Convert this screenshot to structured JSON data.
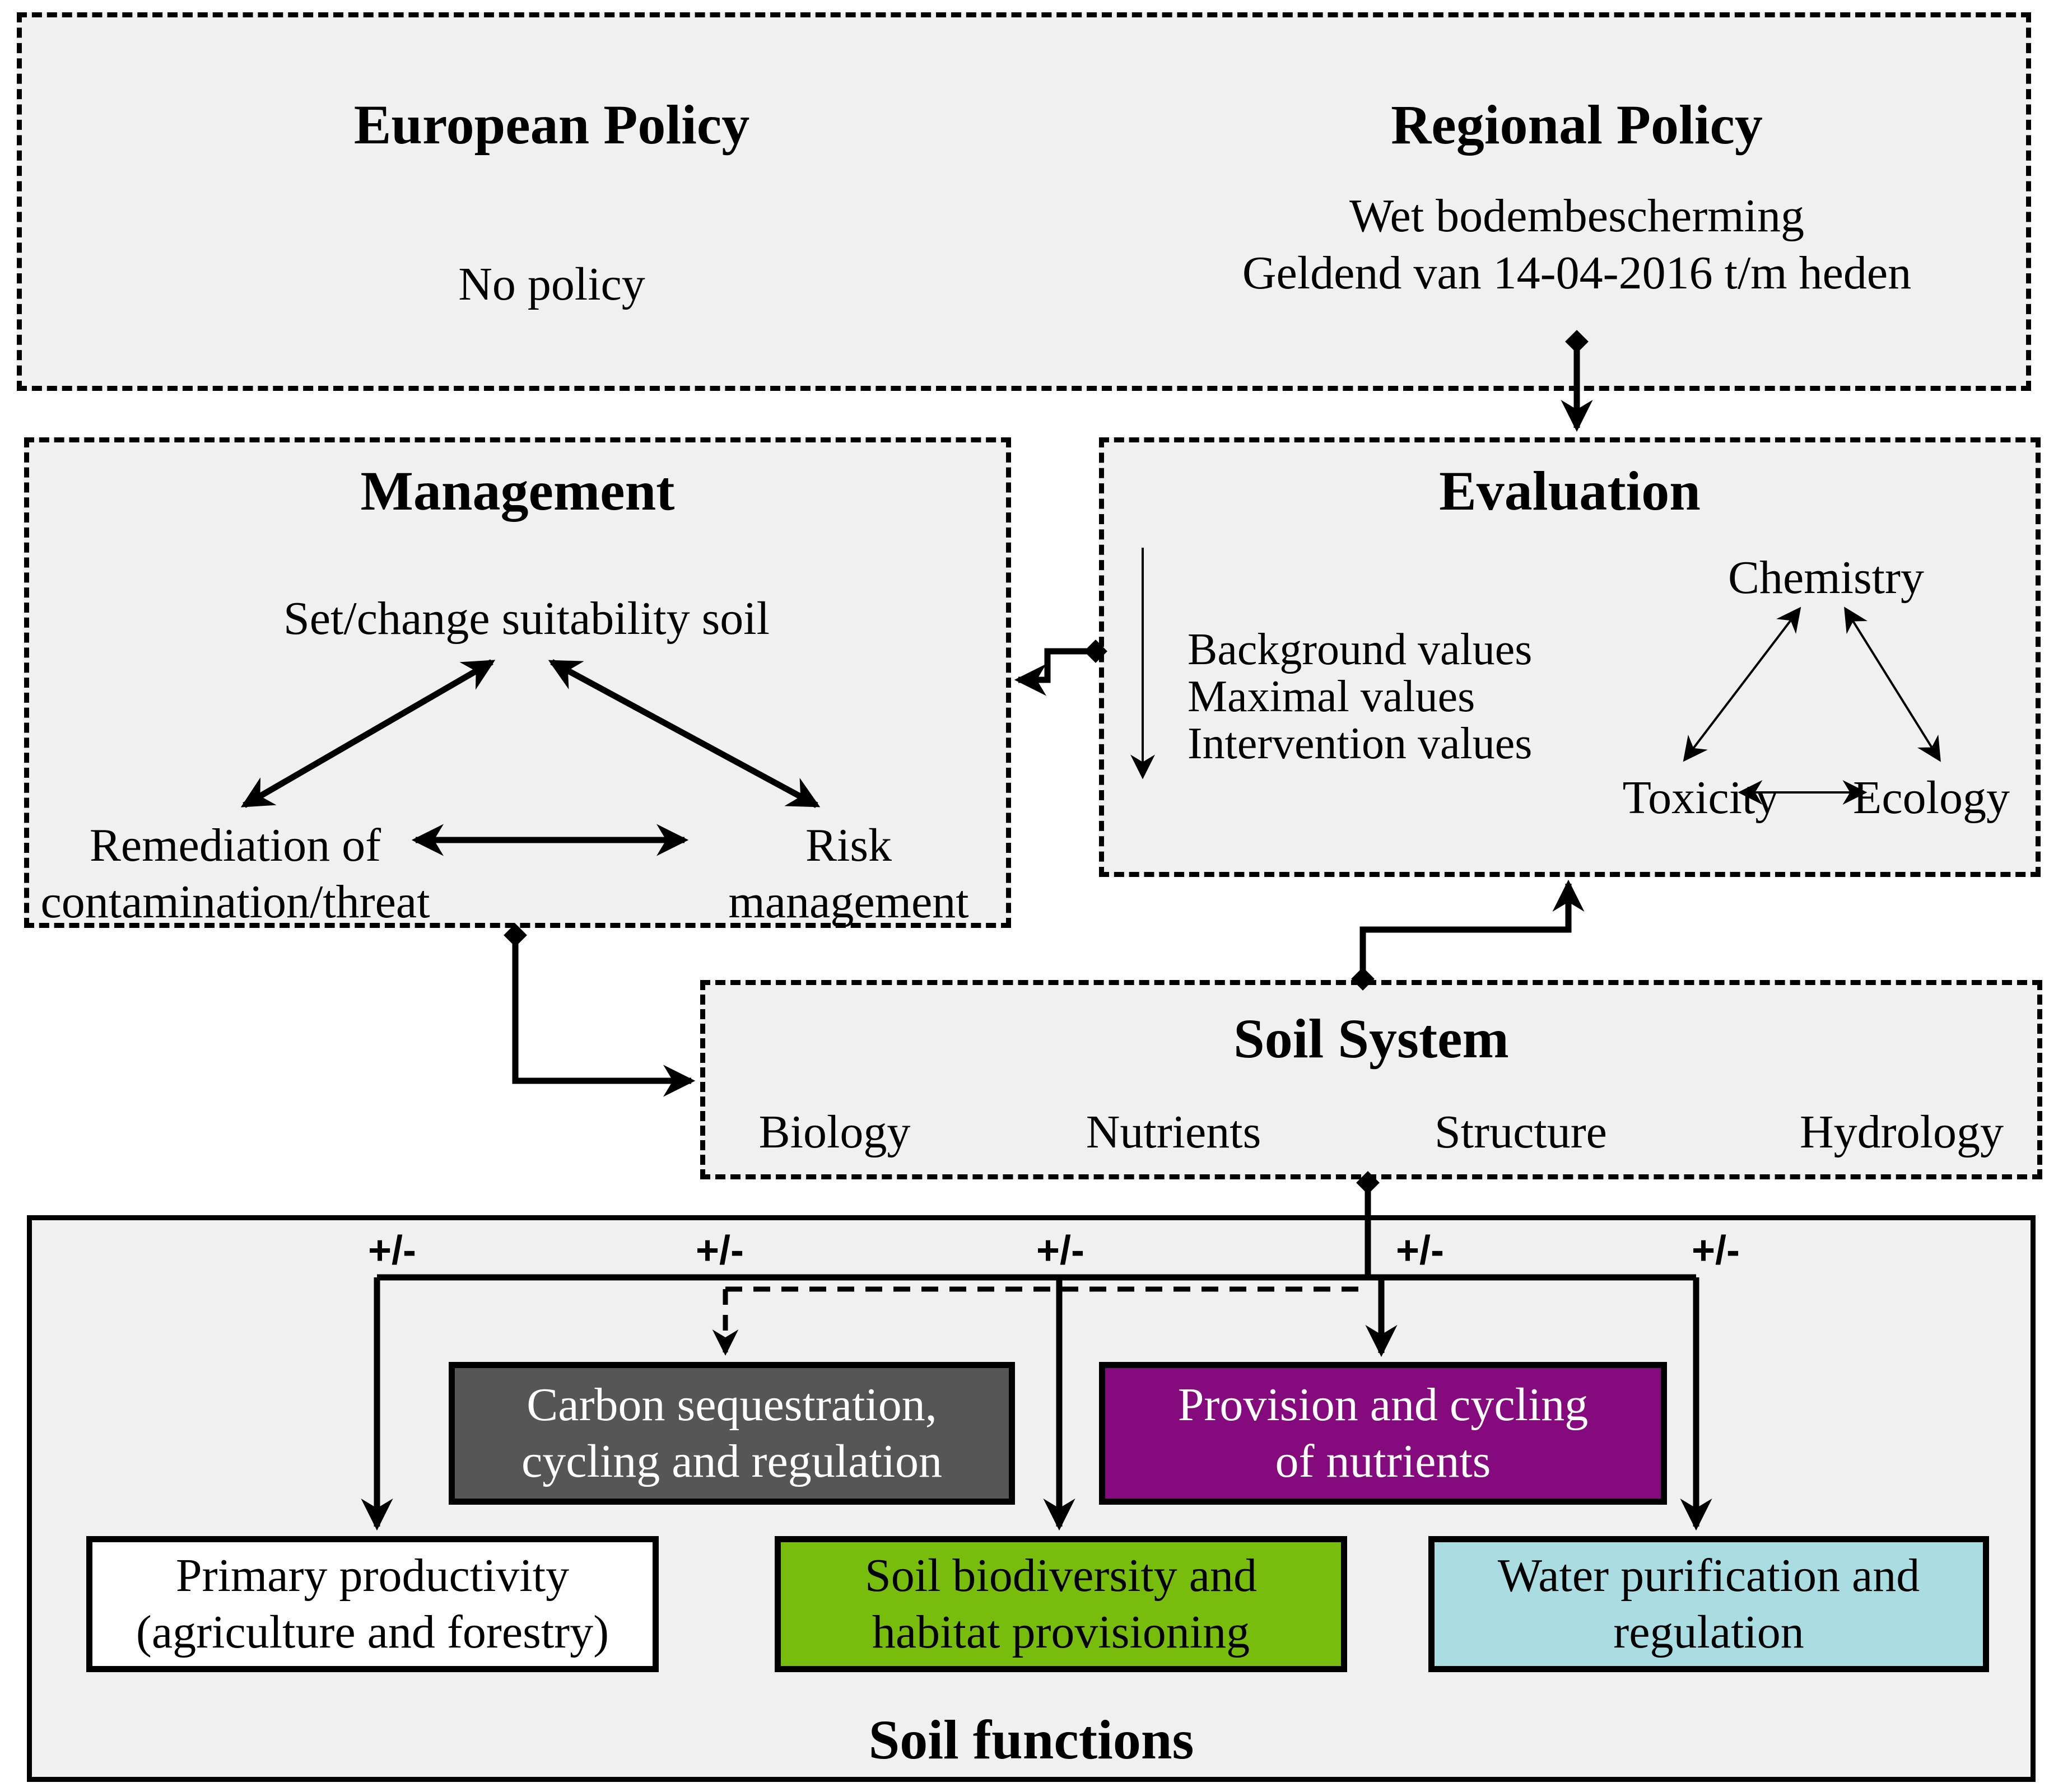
{
  "diagram": {
    "background": "#ffffff",
    "panel_fill": "#f0f0f0",
    "line_color": "#000000"
  },
  "top_panel": {
    "european": {
      "title": "European Policy",
      "body": "No policy"
    },
    "regional": {
      "title": "Regional Policy",
      "line1": "Wet bodembescherming",
      "line2": "Geldend van 14-04-2016 t/m heden"
    }
  },
  "management": {
    "title": "Management",
    "node_top": "Set/change suitability soil",
    "node_left_line1": "Remediation of",
    "node_left_line2": "contamination/threat",
    "node_right_line1": "Risk",
    "node_right_line2": "management"
  },
  "evaluation": {
    "title": "Evaluation",
    "values": [
      "Background values",
      "Maximal values",
      "Intervention values"
    ],
    "triangle": {
      "top": "Chemistry",
      "left": "Toxicity",
      "right": "Ecology"
    }
  },
  "soil_system": {
    "title": "Soil System",
    "items": [
      "Biology",
      "Nutrients",
      "Structure",
      "Hydrology"
    ]
  },
  "soil_functions": {
    "title": "Soil functions",
    "plus_minus": "+/-",
    "boxes": [
      {
        "id": "carbon",
        "lines": [
          "Carbon sequestration,",
          "cycling and regulation"
        ],
        "fill": "#565656",
        "text_color": "#ffffff"
      },
      {
        "id": "nutrients",
        "lines": [
          "Provision and cycling",
          "of nutrients"
        ],
        "fill": "#850a7d",
        "text_color": "#ffffff"
      },
      {
        "id": "primary",
        "lines": [
          "Primary productivity",
          "(agriculture and forestry)"
        ],
        "fill": "#ffffff",
        "text_color": "#000000"
      },
      {
        "id": "biodiversity",
        "lines": [
          "Soil biodiversity and",
          "habitat provisioning"
        ],
        "fill": "#79bd0c",
        "text_color": "#000000"
      },
      {
        "id": "water",
        "lines": [
          "Water purification and",
          "regulation"
        ],
        "fill": "#a9dde2",
        "text_color": "#000000"
      }
    ]
  }
}
